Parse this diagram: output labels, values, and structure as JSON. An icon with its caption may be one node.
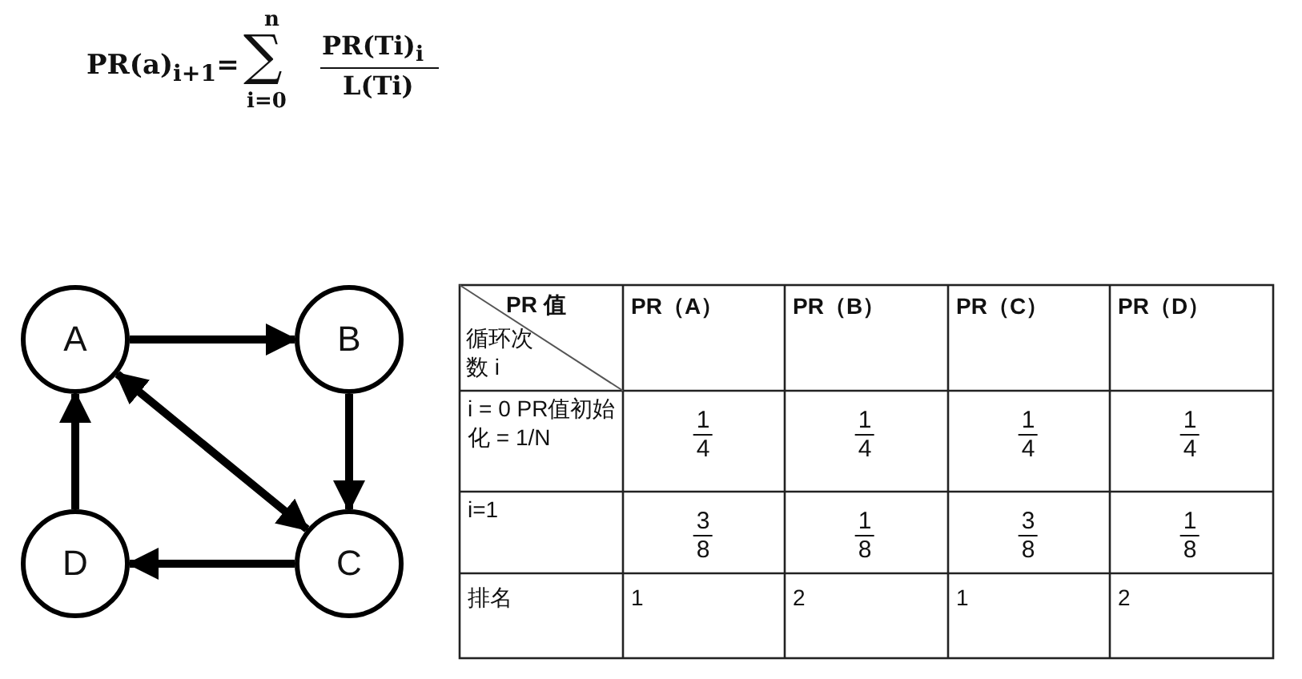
{
  "diagram": {
    "nodes": [
      {
        "text": [
          "A"
        ]
      },
      {
        "text": [
          "B"
        ]
      },
      {
        "text": [
          "D"
        ]
      },
      {
        "text": [
          "C"
        ]
      }
    ],
    "edges": [
      {
        "from": 0,
        "to": 1,
        "arrow": "to"
      },
      {
        "from": 1,
        "to": 3,
        "arrow": "to"
      },
      {
        "from": 0,
        "to": 3,
        "arrow": "both"
      },
      {
        "from": 3,
        "to": 2,
        "arrow": "to"
      },
      {
        "from": 2,
        "to": 0,
        "arrow": "to"
      }
    ],
    "labels": [
      "PR(a)$_{i+1}$=",
      "n",
      "∑",
      "i=0",
      "PR(Ti)$_{i}$",
      "L(Ti)",
      "PR 值",
      "循环次数 i",
      "PR（A）",
      "PR（B）",
      "PR（C）",
      "PR（D）",
      "i = 0 PR值初始化 = 1/N",
      "1",
      "4",
      "1",
      "4",
      "1",
      "4",
      "1",
      "4",
      "i=1",
      "3",
      "8",
      "1",
      "8",
      "3",
      "8",
      "1",
      "8",
      "排名",
      "1",
      "2",
      "1",
      "2"
    ]
  }
}
